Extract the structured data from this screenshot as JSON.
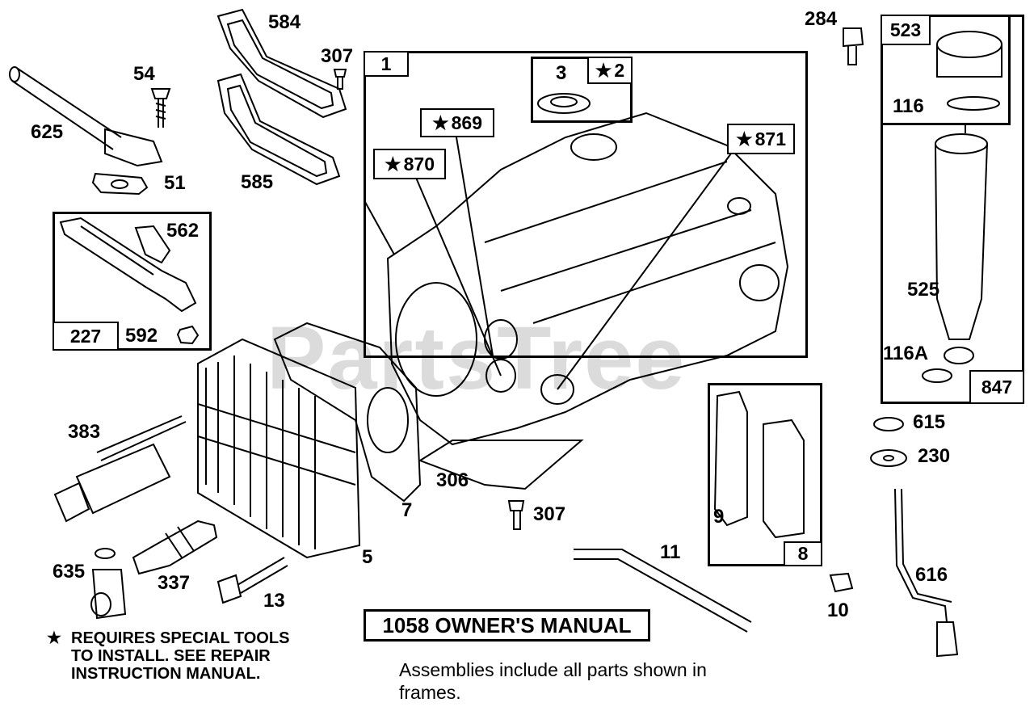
{
  "watermark": "PartsTree",
  "labels": {
    "l625": "625",
    "l54": "54",
    "l51": "51",
    "l584": "584",
    "l585": "585",
    "l307a": "307",
    "l284": "284",
    "l116": "116",
    "l525": "525",
    "l116a": "116A",
    "l615": "615",
    "l230": "230",
    "l616": "616",
    "l562": "562",
    "l592": "592",
    "l383": "383",
    "l306": "306",
    "l7": "7",
    "l307b": "307",
    "l5": "5",
    "l635": "635",
    "l337": "337",
    "l13": "13",
    "l9": "9",
    "l11": "11",
    "l10": "10",
    "l3": "3"
  },
  "boxes": {
    "b1": "1",
    "b2": "2",
    "b869": "869",
    "b870": "870",
    "b871": "871",
    "b227": "227",
    "b523": "523",
    "b847": "847",
    "b8": "8"
  },
  "star_glyph": "★",
  "manual": "1058 OWNER'S MANUAL",
  "note": {
    "line1": "REQUIRES SPECIAL TOOLS",
    "line2": "TO INSTALL.  SEE REPAIR",
    "line3": "INSTRUCTION MANUAL."
  },
  "assemblies": {
    "line1": "Assemblies include all parts shown in",
    "line2": "frames."
  }
}
